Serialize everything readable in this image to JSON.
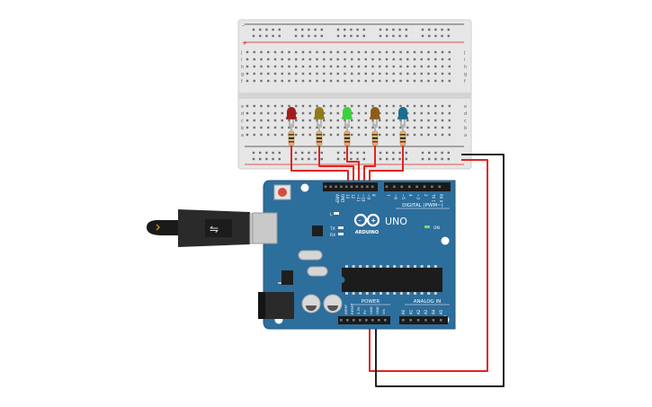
{
  "colors": {
    "board_blue": "#2c6e9c",
    "breadboard": "#e9e9e9",
    "wire_red": "#e0231f",
    "wire_black": "#222222",
    "led_red": "#a11d1d",
    "led_yellow": "#8e7b1a",
    "led_green": "#3ecf3e",
    "led_orange": "#8c5d1a",
    "led_blue": "#1d6d8f"
  },
  "breadboard": {
    "row_letters_top": [
      "j",
      "i",
      "h",
      "g",
      "f"
    ],
    "row_letters_bottom": [
      "e",
      "d",
      "c",
      "b",
      "a"
    ]
  },
  "leds": [
    {
      "name": "red-led",
      "color": "led_red"
    },
    {
      "name": "yellow-led",
      "color": "led_yellow"
    },
    {
      "name": "green-led",
      "color": "led_green"
    },
    {
      "name": "orange-led",
      "color": "led_orange"
    },
    {
      "name": "blue-led",
      "color": "led_blue"
    }
  ],
  "arduino": {
    "model": "UNO",
    "brand": "ARDUINO",
    "digital_label": "DIGITAL (PWM~)",
    "power_label": "POWER",
    "analog_label": "ANALOG IN",
    "on_label": "ON",
    "tx_label": "TX",
    "rx_label": "RX",
    "l_label": "L",
    "digital_pins": [
      "AREF",
      "GND",
      "13",
      "12",
      "~11",
      "~10",
      "~9",
      "8",
      "7",
      "~6",
      "~5",
      "4",
      "~3",
      "2",
      "TX 1",
      "RX 0"
    ],
    "power_pins": [
      "IOREF",
      "RESET",
      "3.3V",
      "5V",
      "GND",
      "GND",
      "Vin"
    ],
    "analog_pins": [
      "A0",
      "A1",
      "A2",
      "A3",
      "A4",
      "A5"
    ]
  }
}
